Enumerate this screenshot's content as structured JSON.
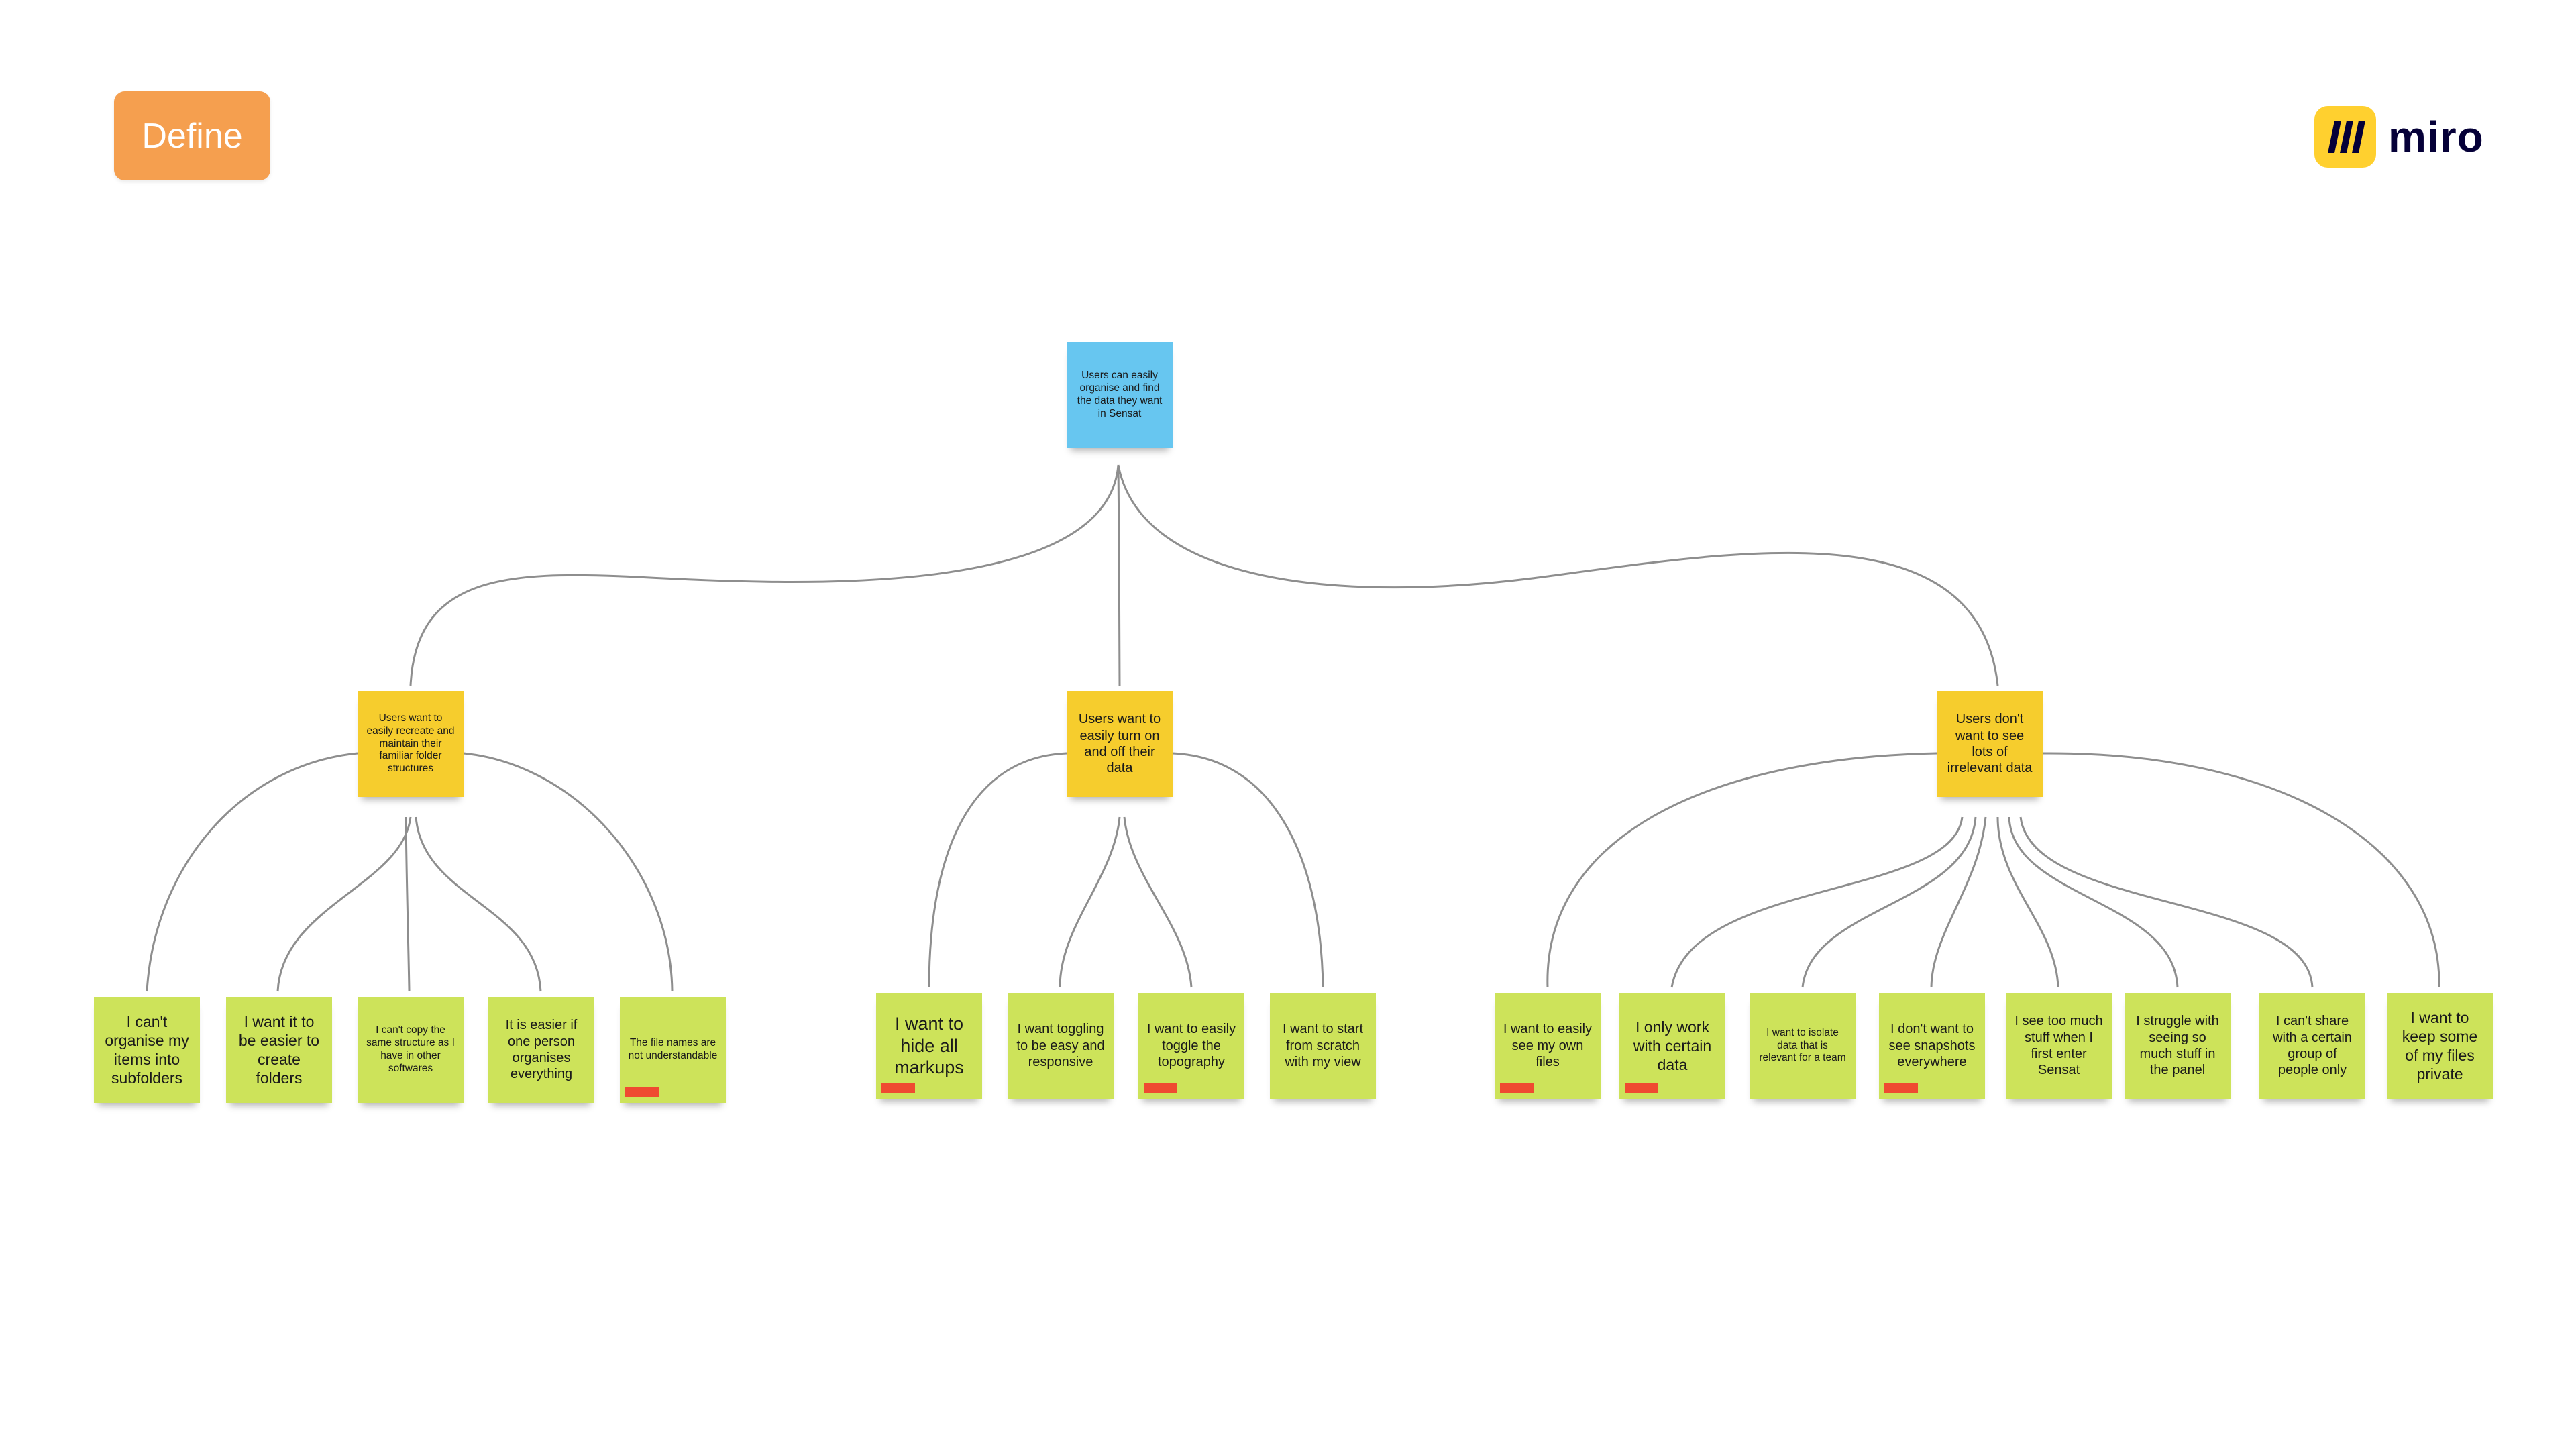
{
  "badge": {
    "label": "Define"
  },
  "logo": {
    "text": "miro",
    "icon": "miro-logo-icon",
    "mark_color": "#ffd02f"
  },
  "colors": {
    "blue": "#67c6f0",
    "yellow": "#f6cd2d",
    "green": "#cde35a",
    "tag": "#ef4a31",
    "badge": "#f59f4f"
  },
  "root": {
    "text": "Users can easily organise and find the data they want in Sensat"
  },
  "groups": [
    {
      "text": "Users want to easily recreate and maintain their familiar folder structures",
      "children": [
        {
          "text": "I can't organise my items into subfolders",
          "tag": false
        },
        {
          "text": "I want it to be easier to create folders",
          "tag": false
        },
        {
          "text": "I can't copy the same structure as I have in other softwares",
          "tag": false
        },
        {
          "text": "It is easier if one person organises everything",
          "tag": false
        },
        {
          "text": "The file names are not understandable",
          "tag": true
        }
      ]
    },
    {
      "text": "Users want to easily turn on and off their data",
      "children": [
        {
          "text": "I want to hide all markups",
          "tag": true
        },
        {
          "text": "I want toggling to be easy and responsive",
          "tag": false
        },
        {
          "text": "I want to easily toggle the topography",
          "tag": true
        },
        {
          "text": "I want to start from scratch with my view",
          "tag": false
        }
      ]
    },
    {
      "text": "Users don't want to see lots of irrelevant data",
      "children": [
        {
          "text": "I want to easily see my own files",
          "tag": true
        },
        {
          "text": "I only work with certain data",
          "tag": true
        },
        {
          "text": "I want to isolate data that is relevant for a team",
          "tag": false
        },
        {
          "text": "I don't want to see snapshots everywhere",
          "tag": true
        },
        {
          "text": "I see too much stuff when I first enter Sensat",
          "tag": false
        },
        {
          "text": "I struggle with seeing so much stuff in the panel",
          "tag": false
        },
        {
          "text": "I can't share with a certain group of people only",
          "tag": false
        },
        {
          "text": "I want to keep some of my files private",
          "tag": false
        }
      ]
    }
  ]
}
